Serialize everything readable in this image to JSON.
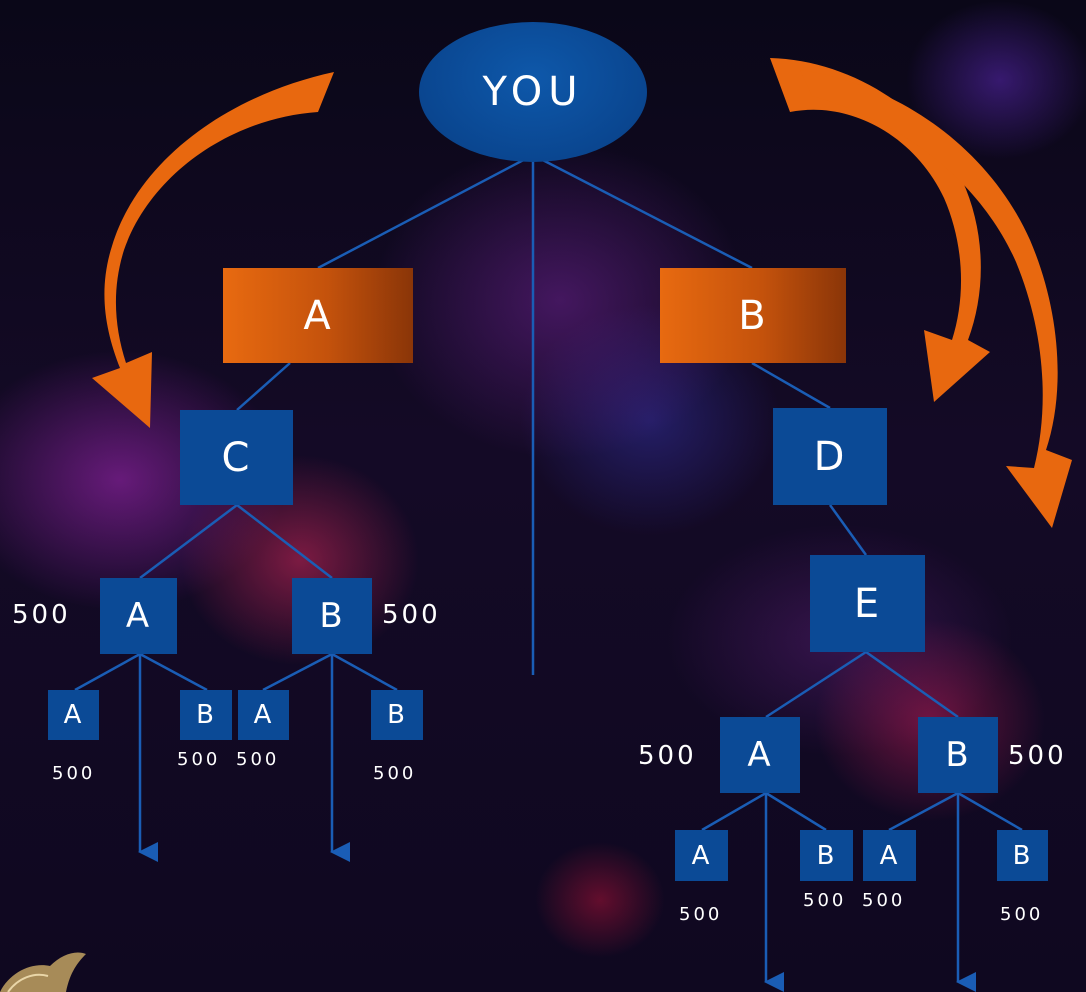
{
  "colors": {
    "node_blue": "#0b4a96",
    "node_orange": "#e86a10",
    "line_blue": "#1a5db5",
    "arrow_orange": "#e8680f",
    "text": "#ffffff"
  },
  "diagram": {
    "root": "YOU",
    "level1": {
      "left": "A",
      "right": "B"
    },
    "left_branch": {
      "node": "C",
      "children": {
        "a": {
          "label": "A",
          "value": "500"
        },
        "b": {
          "label": "B",
          "value": "500"
        }
      },
      "grandchildren": {
        "a_a": {
          "label": "A",
          "value": "500"
        },
        "a_b": {
          "label": "B",
          "value": "500"
        },
        "b_a": {
          "label": "A",
          "value": "500"
        },
        "b_b": {
          "label": "B",
          "value": "500"
        }
      }
    },
    "right_branch": {
      "node_d": "D",
      "node_e": "E",
      "children": {
        "a": {
          "label": "A",
          "value": "500"
        },
        "b": {
          "label": "B",
          "value": "500"
        }
      },
      "grandchildren": {
        "a_a": {
          "label": "A",
          "value": "500"
        },
        "a_b": {
          "label": "B",
          "value": "500"
        },
        "b_a": {
          "label": "A",
          "value": "500"
        },
        "b_b": {
          "label": "B",
          "value": "500"
        }
      }
    }
  },
  "icons": [
    "curved-arrow-icon",
    "down-arrow-icon",
    "wings-logo-icon"
  ]
}
